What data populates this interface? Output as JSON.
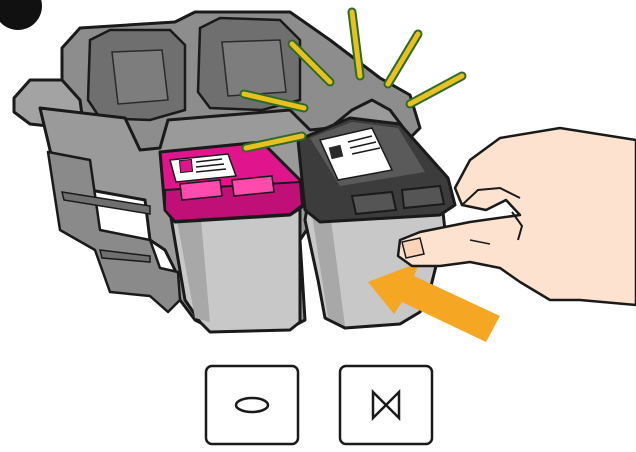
{
  "step": {
    "number": ""
  },
  "illustration": {
    "subject": "print-cartridge-insertion",
    "colors": {
      "carriage_body": "#9a9a9a",
      "carriage_shadow": "#6f6f6f",
      "carriage_outline": "#1a1a1a",
      "tricolor_cap": "#e0148c",
      "cartridge_body": "#c8c8c8",
      "black_cartridge_top": "#4a4a4a",
      "snap_rays": "#e8c020",
      "snap_rays_outline": "#2e6b2a",
      "arrow": "#f5a623",
      "hand_skin": "#fde3cf"
    }
  },
  "symbols": [
    {
      "name": "tri-color-symbol",
      "icon": "oval-icon"
    },
    {
      "name": "black-symbol",
      "icon": "bowtie-icon"
    }
  ]
}
